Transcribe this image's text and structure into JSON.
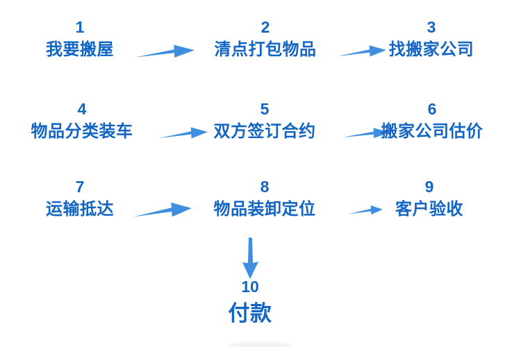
{
  "flowchart": {
    "text_color": "#1265C3",
    "arrow_color": "#3E8FE0",
    "steps": [
      {
        "number": "1",
        "label": "我要搬屋"
      },
      {
        "number": "2",
        "label": "清点打包物品"
      },
      {
        "number": "3",
        "label": "找搬家公司"
      },
      {
        "number": "4",
        "label": "物品分类装车"
      },
      {
        "number": "5",
        "label": "双方签订合约"
      },
      {
        "number": "6",
        "label": "搬家公司估价"
      },
      {
        "number": "7",
        "label": "运输抵达"
      },
      {
        "number": "8",
        "label": "物品装卸定位"
      },
      {
        "number": "9",
        "label": "客户验收"
      },
      {
        "number": "10",
        "label": "付款"
      }
    ],
    "connections": [
      {
        "from": "1",
        "to": "2",
        "direction": "right"
      },
      {
        "from": "2",
        "to": "3",
        "direction": "right"
      },
      {
        "from": "4",
        "to": "5",
        "direction": "right"
      },
      {
        "from": "5",
        "to": "6",
        "direction": "right"
      },
      {
        "from": "7",
        "to": "8",
        "direction": "right"
      },
      {
        "from": "8",
        "to": "9",
        "direction": "right"
      },
      {
        "from": "8",
        "to": "10",
        "direction": "down"
      }
    ]
  }
}
